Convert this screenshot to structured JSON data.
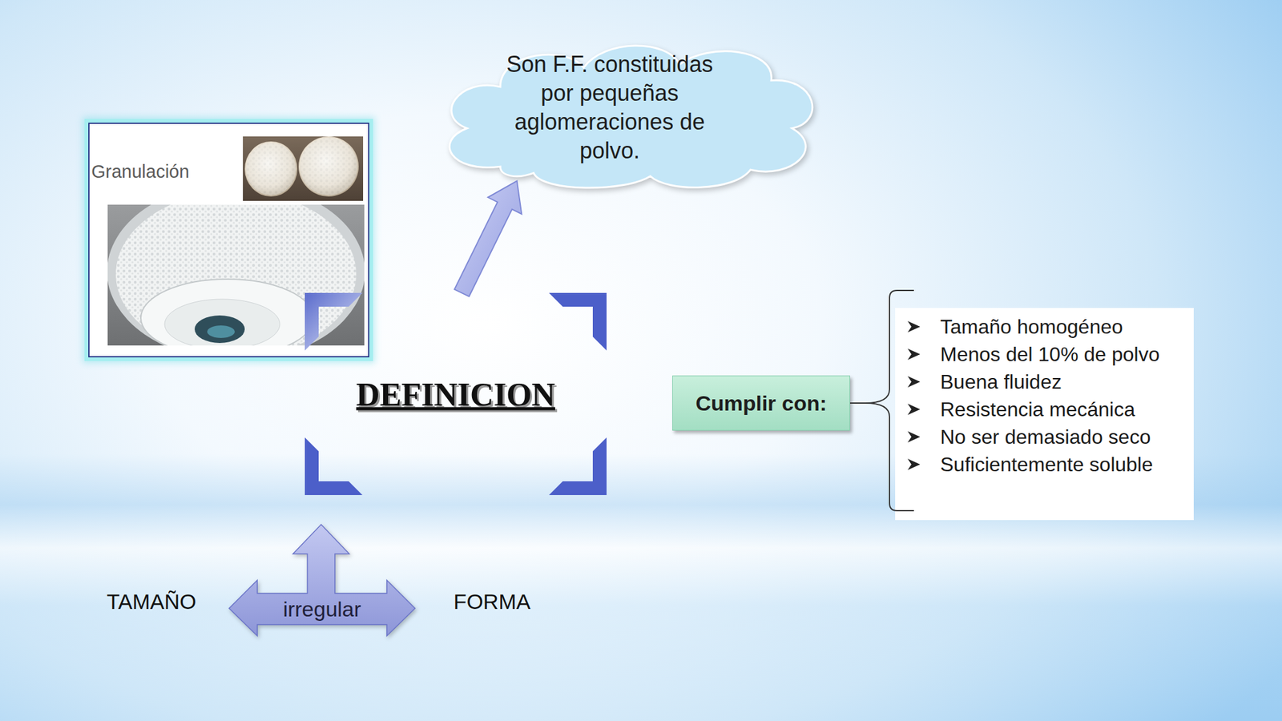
{
  "diagram": {
    "nodes": [
      {
        "text": [
          "Son F.F. constituidas por pequeñas aglomeraciones de polvo."
        ]
      },
      {
        "text": [
          "Granulación"
        ]
      },
      {
        "text": [
          "DEFINICION"
        ]
      },
      {
        "text": [
          "Cumplir con:"
        ]
      },
      {
        "text": [
          "Tamaño homogéneo",
          "Menos del 10% de polvo",
          "Buena fluidez",
          "Resistencia mecánica",
          "No ser demasiado seco",
          "Suficientemente soluble"
        ]
      },
      {
        "text": [
          "irregular"
        ]
      }
    ],
    "edges": [
      {
        "from": 2,
        "to": 0,
        "arrow": "to"
      },
      {
        "from": 3,
        "to": 4,
        "arrow": "none"
      }
    ],
    "labels": [
      "TAMAÑO",
      "FORMA"
    ]
  }
}
